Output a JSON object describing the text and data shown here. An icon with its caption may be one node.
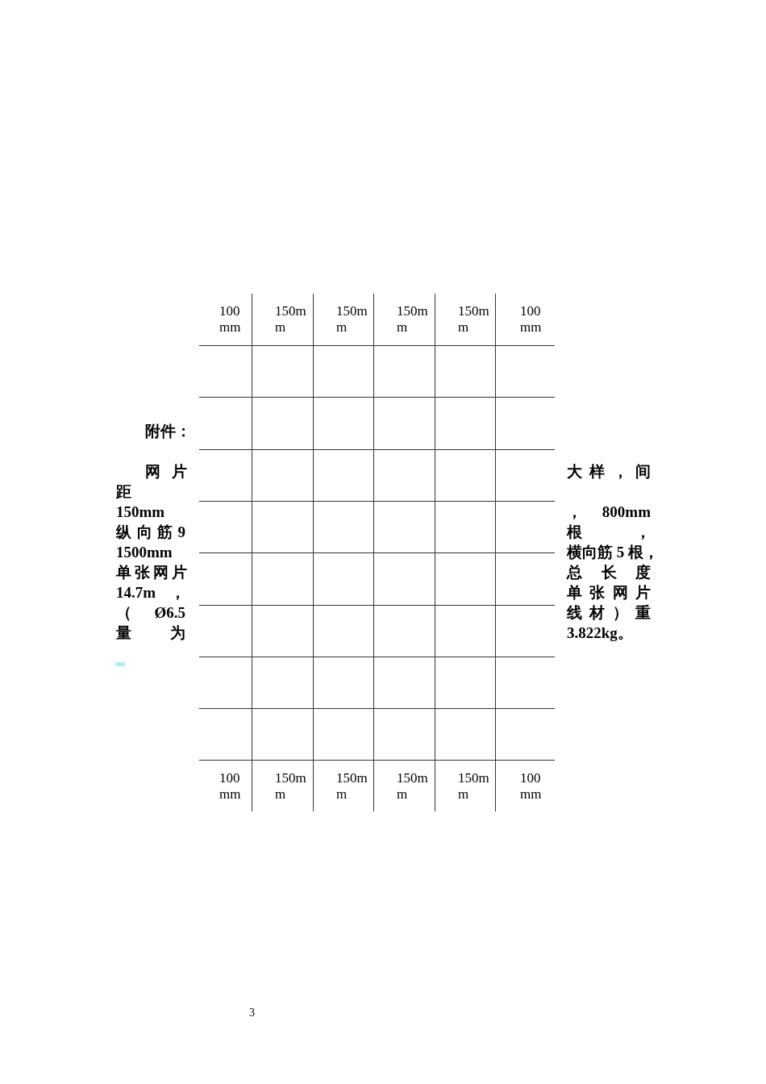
{
  "diagram": {
    "labels": [
      "100mm",
      "150mm",
      "150mm",
      "150mm",
      "150mm",
      "100mm",
      "附件：",
      "网 片",
      "大 样 ， 间",
      "距",
      "150mm",
      "， 800mm",
      "纵 向 筋 9",
      "根 ，",
      "1500mm",
      "横向筋 5 根，",
      "单张网片",
      "总 长 度",
      "14.7m ，",
      "单 张 网 片",
      "（ Ø6.5",
      "线 材 ） 重",
      "量 为",
      "3.822kg。",
      "100mm",
      "150mm",
      "150mm",
      "150mm",
      "150mm",
      "100mm",
      "3"
    ]
  }
}
